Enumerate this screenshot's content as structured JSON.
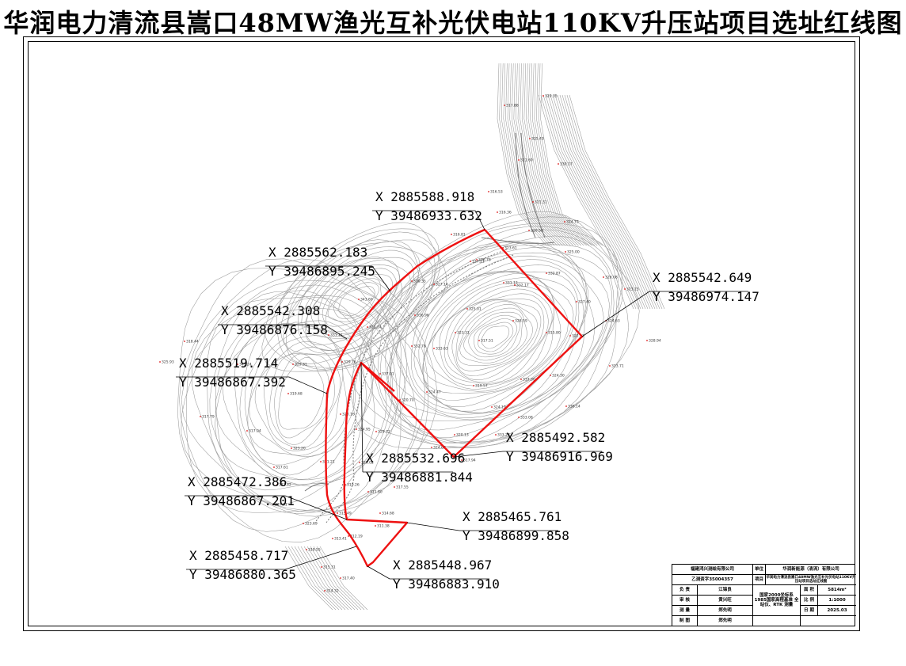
{
  "title": "华润电力清流县嵩口48MW渔光互补光伏电站110KV升压站项目选址红线图",
  "colors": {
    "boundary": "#ee1111",
    "contour": "#9a9a9a",
    "road": "#777777",
    "elevation_point": "#dd1111"
  },
  "corner_points": [
    {
      "x": "X 2885588.918",
      "y": "Y 39486933.632"
    },
    {
      "x": "X 2885562.183",
      "y": "Y 39486895.245"
    },
    {
      "x": "X 2885542.649",
      "y": "Y 39486974.147"
    },
    {
      "x": "X 2885542.308",
      "y": "Y 39486876.158"
    },
    {
      "x": "X 2885519.714",
      "y": "Y 39486867.392"
    },
    {
      "x": "X 2885492.582",
      "y": "Y 39486916.969"
    },
    {
      "x": "X 2885532.696",
      "y": "Y 39486881.844"
    },
    {
      "x": "X 2885472.386",
      "y": "Y 39486867.201"
    },
    {
      "x": "X 2885465.761",
      "y": "Y 39486899.858"
    },
    {
      "x": "X 2885458.717",
      "y": "Y 39486880.365"
    },
    {
      "x": "X 2885448.967",
      "y": "Y 39486883.910"
    }
  ],
  "elevations": [
    "317.88",
    "320.35",
    "325.43",
    "311.69",
    "330.17",
    "316.53",
    "316.36",
    "321.31",
    "324.73",
    "316.81",
    "320.50",
    "325.00",
    "317.21",
    "323.61",
    "330.35",
    "327.14",
    "316.78",
    "331.12",
    "332.87",
    "332.17",
    "327.40",
    "328.08",
    "336.96",
    "325.01",
    "328.59",
    "317.51",
    "324.63",
    "323.15",
    "328.94",
    "343.69",
    "331.11",
    "333.63",
    "325.93",
    "329.31",
    "321.24",
    "322.31",
    "318.44",
    "343.24",
    "313.71",
    "329.76",
    "332.78",
    "337.01",
    "319.68",
    "324.47",
    "319.57",
    "324.30",
    "337.30",
    "336.14",
    "333.08",
    "323.16",
    "324.19",
    "317.79",
    "334.95",
    "317.04",
    "329.72",
    "324.68",
    "323.20",
    "320.13",
    "333.23",
    "317.94",
    "326.02",
    "331.21",
    "317.55",
    "317.61",
    "319.26",
    "317.31",
    "323.69",
    "311.38",
    "312.19",
    "315.49",
    "319.55",
    "315.31",
    "314.68",
    "314.32",
    "317.40",
    "312.82",
    "311.80",
    "320.70",
    "315.80",
    "323.31",
    "313.41"
  ],
  "title_block": {
    "surveyor_company": "福建鸿兴测绘有限公司",
    "surveyor_license": "乙测资字35004357",
    "client_label": "单位",
    "client_name": "华润新能源（清流）有限公司",
    "project_label": "项目",
    "project_name": "华润电力清流县嵩口48MW渔光互补光伏电站110KV升压站项目选址红线图",
    "rows": [
      {
        "role": "负 责",
        "name": "江锦良"
      },
      {
        "role": "审 核",
        "name": "黄兴旺"
      },
      {
        "role": "测 量",
        "name": "郑先明"
      },
      {
        "role": "制 图",
        "name": "郑先明"
      }
    ],
    "system_note": "国家2000坐标系 1985国家高程基准 全站仪、RTK 测量",
    "area_label": "面 积",
    "area_value": "5814m²",
    "scale_label": "比 例",
    "scale_value": "1:1000",
    "date_label": "日 期",
    "date_value": "2025.03"
  }
}
